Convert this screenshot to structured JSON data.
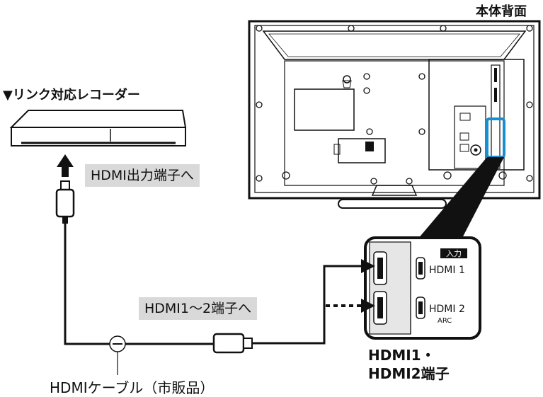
{
  "labels": {
    "tv_back": "本体背面",
    "recorder": "▼リンク対応レコーダー",
    "hdmi_out": "HDMI出力端子へ",
    "hdmi_in": "HDMI1～2端子へ",
    "terminals_line1": "HDMI1・",
    "terminals_line2": "HDMI2端子",
    "cable": "HDMIケーブル（市販品）"
  },
  "panel": {
    "input_badge": "入力",
    "port1": "HDMI 1",
    "port2": "HDMI 2",
    "port2_sub": "ARC"
  },
  "colors": {
    "line": "#111111",
    "highlight": "#1a8fd0",
    "label_bg": "#d9d9d9",
    "tv_fill": "#ffffff"
  }
}
